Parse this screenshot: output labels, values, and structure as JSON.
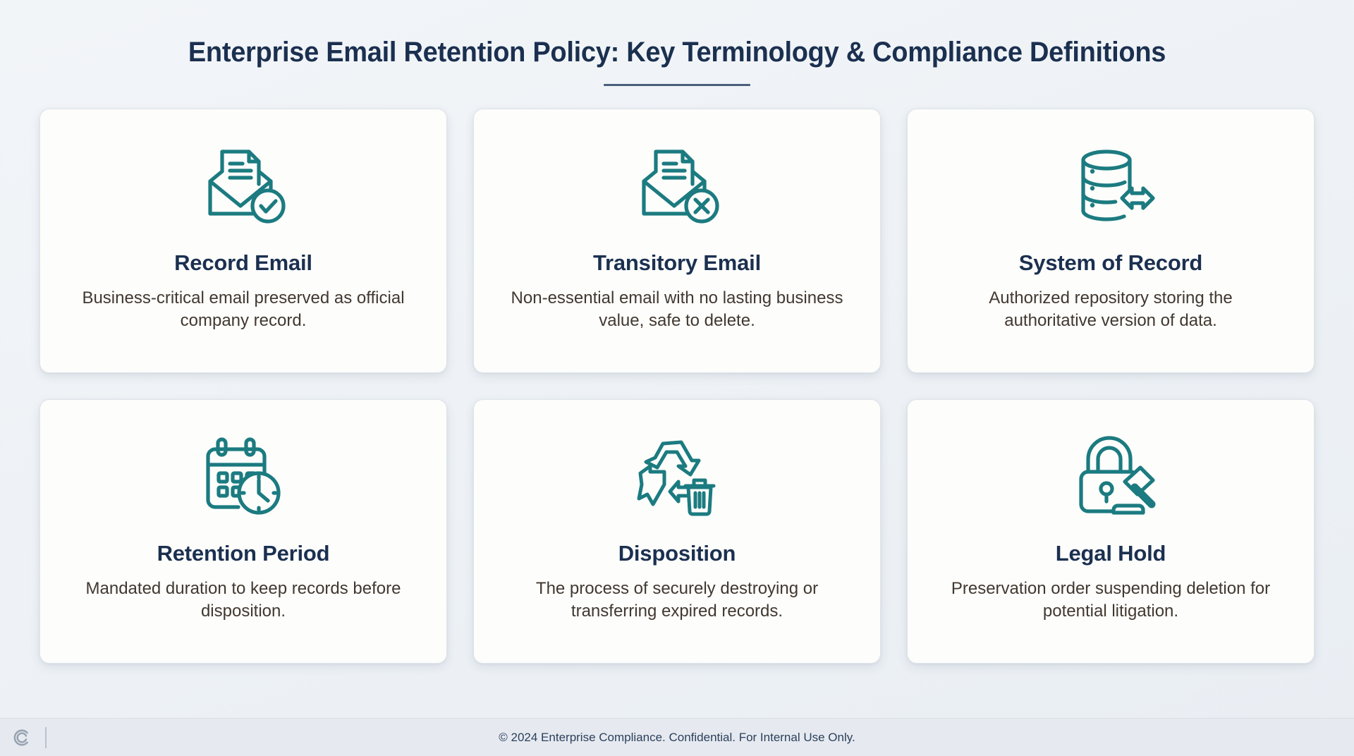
{
  "header": {
    "title": "Enterprise Email Retention Policy: Key Terminology & Compliance Definitions",
    "accent_color": "#4a5f7d",
    "title_color": "#1b3050"
  },
  "theme": {
    "icon_color": "#1b7b80",
    "card_background": "#fdfdfb",
    "page_background": "#eef2f6",
    "body_text_color": "#413830"
  },
  "cards": [
    {
      "icon": "email-document-check-icon",
      "title": "Record Email",
      "description": "Business-critical email preserved as official company record."
    },
    {
      "icon": "email-document-x-icon",
      "title": "Transitory Email",
      "description": "Non-essential email with no lasting business value, safe to delete."
    },
    {
      "icon": "database-transfer-icon",
      "title": "System of Record",
      "description": "Authorized repository storing the authoritative version of data."
    },
    {
      "icon": "calendar-clock-icon",
      "title": "Retention Period",
      "description": "Mandated duration to keep records before disposition."
    },
    {
      "icon": "recycle-trash-icon",
      "title": "Disposition",
      "description": "The process of securely destroying or transferring expired records."
    },
    {
      "icon": "lock-gavel-icon",
      "title": "Legal Hold",
      "description": "Preservation order suspending deletion for potential litigation."
    }
  ],
  "footer": {
    "text": "© 2024 Enterprise Compliance. Confidential. For Internal Use Only.",
    "brand_icon": "copyright-c-logo"
  }
}
